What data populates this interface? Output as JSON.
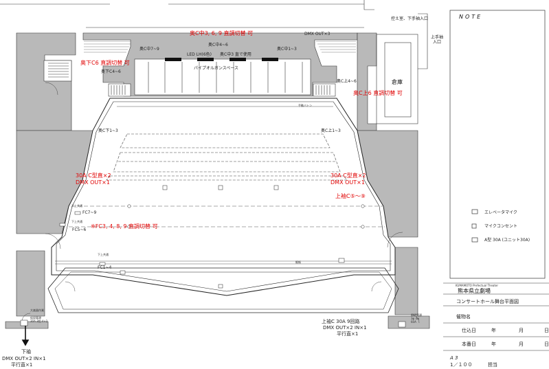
{
  "top_right_note": "控え室、下手袖入口",
  "note_label": "NOTE",
  "upper_wing_entrance": [
    "上手袖",
    "入口"
  ],
  "red_labels": {
    "upstage_center": "奥C中3, 6, 9 直調切替 可",
    "upstage_left": "奥下C6 直調切替 可",
    "upstage_right": "奥C上6 直調切替 可",
    "left_30a": [
      "30A C型直×2",
      "DMX OUT×1"
    ],
    "right_30a": [
      "30A C型直×2",
      "DMX OUT×1"
    ],
    "right_wing": "上袖C⑤～⑨",
    "fc_note": "※FC3, 4, 8, 9 直調切替 可"
  },
  "stage_labels": {
    "dmx_top": "DMX OUT×3",
    "c7_9": "奥C中7~9",
    "c4_6": "奥C中4~6",
    "c1_3": "奥C中1~3",
    "led_line": "LED LH(6色)",
    "c3_direct": "奥C中3 直で使用",
    "pipe_organ": "パイプオルガンスペース",
    "lower_c4_6": "奥下C4~6",
    "upper_c4_6": "奥C上4~6",
    "warehouse": "倉庫",
    "hand_batten": "手動バトン",
    "lower_c1_3": "奥C下1~3",
    "upper_c1_3": "奥C上1~3",
    "lower_common_1": "下上共通",
    "fc7_9": "FC7~9",
    "lower_common_2": "下上共通",
    "fc5_6": "FC5~6",
    "lower_common_3": "下上共通",
    "fc1_4": "FC1~4",
    "curtain": "緞帳",
    "orchestra_room": "大楽器作業",
    "power_left": [
      "仮設電源",
      "30A 3相 4×2"
    ],
    "power_right": [
      "照明電源",
      "3φ 4w",
      "60A"
    ]
  },
  "callouts": {
    "lower_wing": [
      "下袖",
      "DMX OUT×2 IN×1",
      "平行直×1"
    ],
    "upper_wing": [
      "上袖C 30A 9回路",
      "DMX OUT×2 IN×1",
      "平行直×1"
    ]
  },
  "legend": [
    {
      "icon": "elevator-mic-icon",
      "label": "エレベータマイク"
    },
    {
      "icon": "mic-outlet-icon",
      "label": "マイクコンセント"
    },
    {
      "icon": "a-type-30a-icon",
      "label": "A型 30A (ユニット30A)"
    }
  ],
  "title_block": {
    "org_en": "KUMAMOTO Prefectual Theater",
    "org": "熊本県立劇場",
    "drawing": "コンサートホール舞台平面図",
    "production_label": "催物名",
    "setup_label": "仕込日",
    "show_label": "本番日",
    "date_year": "年",
    "date_month": "月",
    "date_day": "日",
    "paper": "A 3",
    "scale": "1／１００",
    "person": "担当"
  },
  "colors": {
    "wall_fill": "#b9b9b9",
    "red_text": "#e00000",
    "line": "#222222"
  }
}
